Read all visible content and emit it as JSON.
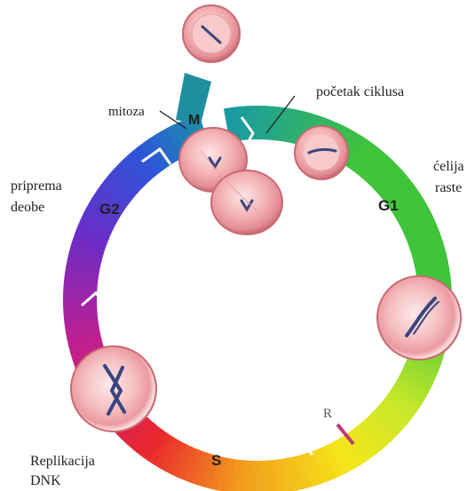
{
  "phases": {
    "m": "M",
    "g1": "G1",
    "s": "S",
    "g2": "G2"
  },
  "labels": {
    "mitoza": "mitoza",
    "pocetak": "početak ciklusa",
    "celija_line1": "ćelija",
    "celija_line2": "raste",
    "priprema_line1": "priprema",
    "priprema_line2": "deobe",
    "replikacija_line1": "Replikacija",
    "replikacija_line2": "DNK",
    "restriction": "R"
  },
  "colors": {
    "teal": "#1a9aa5",
    "green": "#3fc43a",
    "yellow_green": "#c8e82a",
    "yellow": "#f5e61a",
    "orange": "#f29a1c",
    "red": "#e9262e",
    "magenta": "#c01f8f",
    "purple": "#6a2dc8",
    "blue": "#2e54d8",
    "cell_pink": "#f3b1b3",
    "cell_rim": "#c86a72",
    "chromosome": "#39457f",
    "restriction_mark": "#c0387d"
  }
}
